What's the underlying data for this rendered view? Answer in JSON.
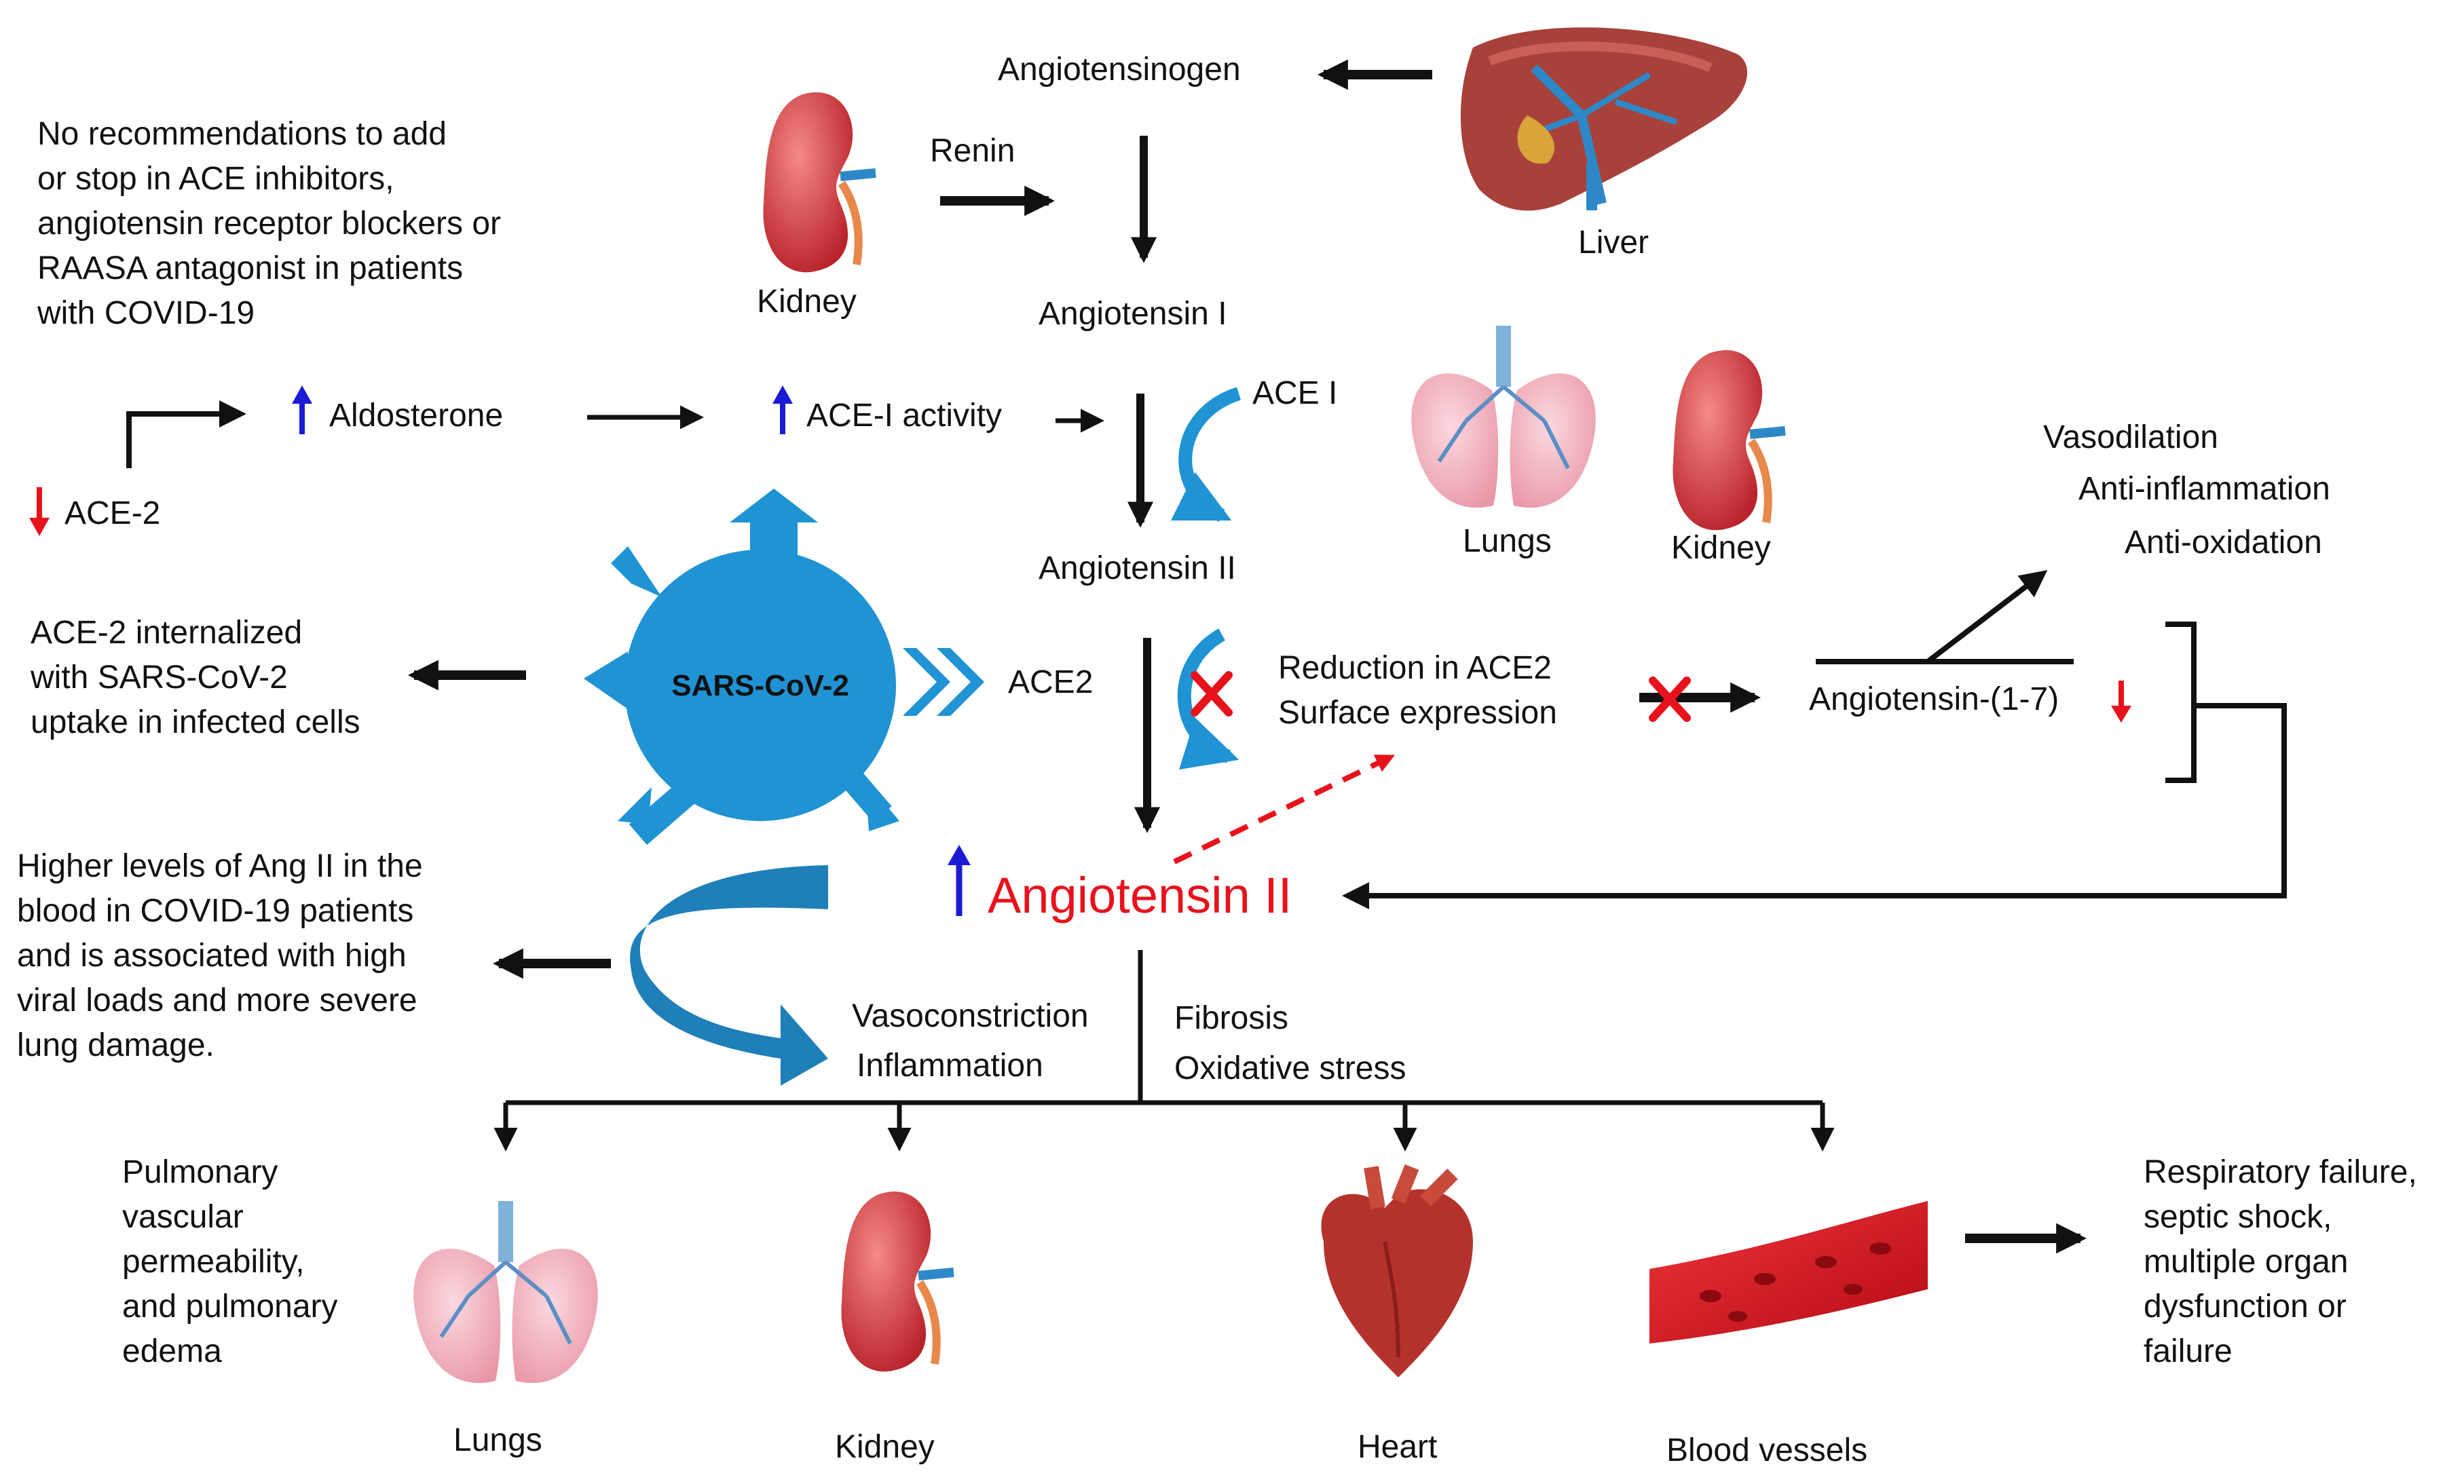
{
  "labels": {
    "angiotensinogen": "Angiotensinogen",
    "renin": "Renin",
    "kidney_top": "Kidney",
    "liver": "Liver",
    "angiotensin_1": "Angiotensin I",
    "recommendation": "No recommendations to add\nor stop in ACE inhibitors,\nangiotensin receptor blockers or\nRAASA antagonist in patients\nwith COVID-19",
    "aldosterone": "Aldosterone",
    "ace1_activity": "ACE-I activity",
    "ace_1": "ACE I",
    "lungs_mid": "Lungs",
    "kidney_mid": "Kidney",
    "ace2_down": "ACE-2",
    "angiotensin_2_small": "Angiotensin II",
    "vasodilation": "Vasodilation",
    "anti_inflammation": "Anti-inflammation",
    "anti_oxidation": "Anti-oxidation",
    "ace2_internalized": "ACE-2 internalized\nwith SARS-CoV-2\nuptake in infected cells",
    "sars_cov_2": "SARS-CoV-2",
    "ace2": "ACE2",
    "reduction": "Reduction in ACE2\nSurface expression",
    "angiotensin_1_7": "Angiotensin-(1-7)",
    "angiotensin_2_big": "Angiotensin II",
    "higher_levels": "Higher levels of Ang II in the\nblood in COVID-19 patients\nand is associated with high\nviral loads and more severe\nlung damage.",
    "vasoconstriction": "Vasoconstriction",
    "inflammation": "Inflammation",
    "fibrosis": "Fibrosis",
    "oxidative_stress": "Oxidative stress",
    "pulmonary": "Pulmonary\nvascular\npermeability,\nand pulmonary\nedema",
    "respiratory_failure": "Respiratory failure,\nseptic shock,\nmultiple organ\ndysfunction or\nfailure",
    "lungs_bottom": "Lungs",
    "kidney_bottom": "Kidney",
    "heart": "Heart",
    "blood_vessels": "Blood vessels"
  },
  "colors": {
    "text": "#111111",
    "increase_arrow": "#1b1bd6",
    "decrease_arrow": "#e8121c",
    "highlight_red": "#e8121c",
    "virus_blue": "#1f93d3",
    "kidney_red": "#d9363c",
    "lung_pink": "#f3b4c0",
    "vessel_blue": "#2e88c7",
    "liver_brown": "#a8413a",
    "heart_red": "#b5322c",
    "blood_red": "#d3121d"
  },
  "icons": [
    "kidney-icon",
    "liver-icon",
    "lungs-icon",
    "heart-icon",
    "blood-vessel-icon",
    "virus-icon",
    "up-arrow-icon",
    "down-arrow-icon",
    "blocked-cross-icon"
  ]
}
